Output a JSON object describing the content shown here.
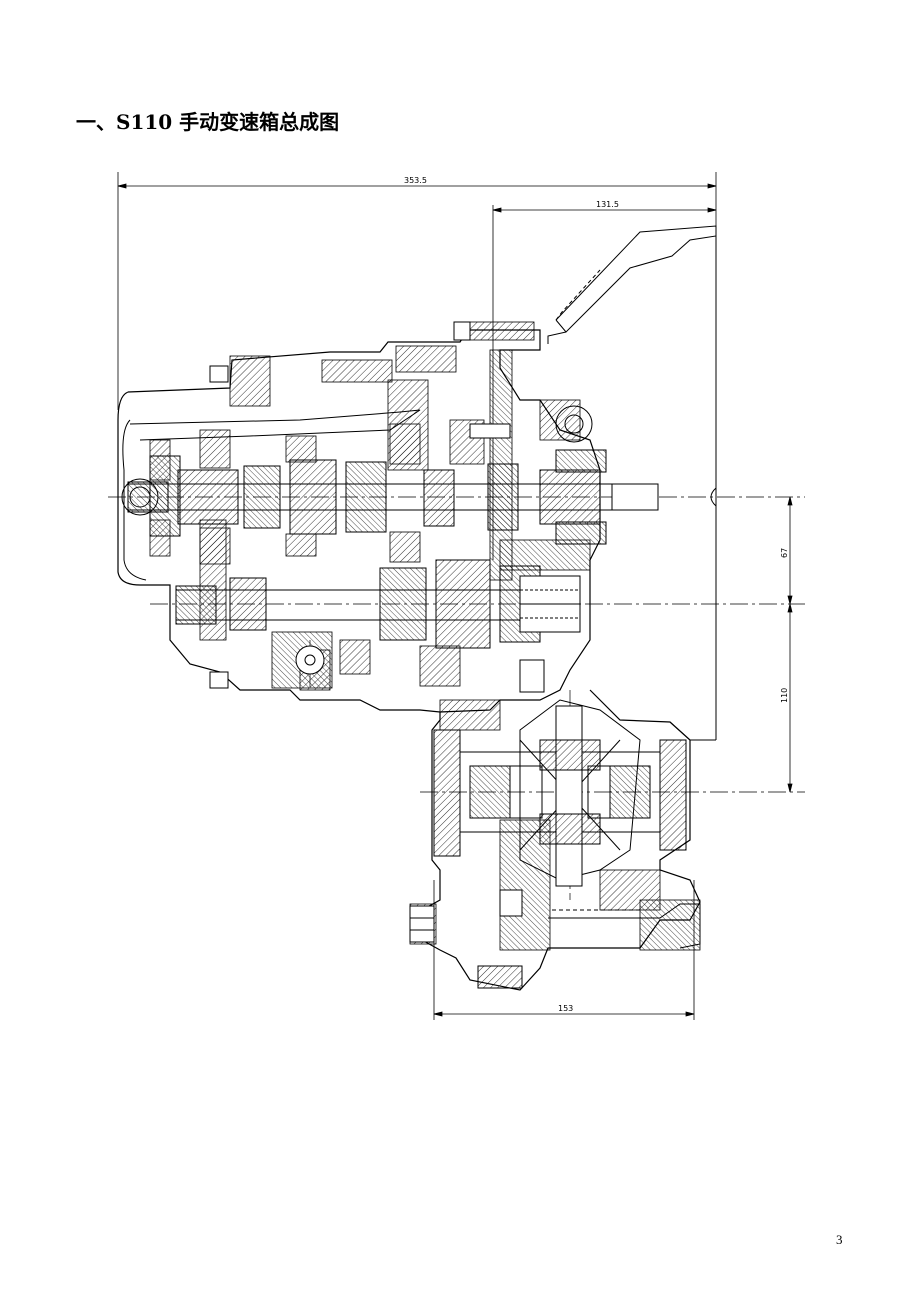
{
  "heading": "一、S110 手动变速箱总成图",
  "dimensions": {
    "overall_length": "353.5",
    "clutch_offset": "131.5",
    "shaft_spacing_upper": "67",
    "shaft_spacing_lower": "110",
    "diff_width": "153"
  },
  "page_number": "3"
}
